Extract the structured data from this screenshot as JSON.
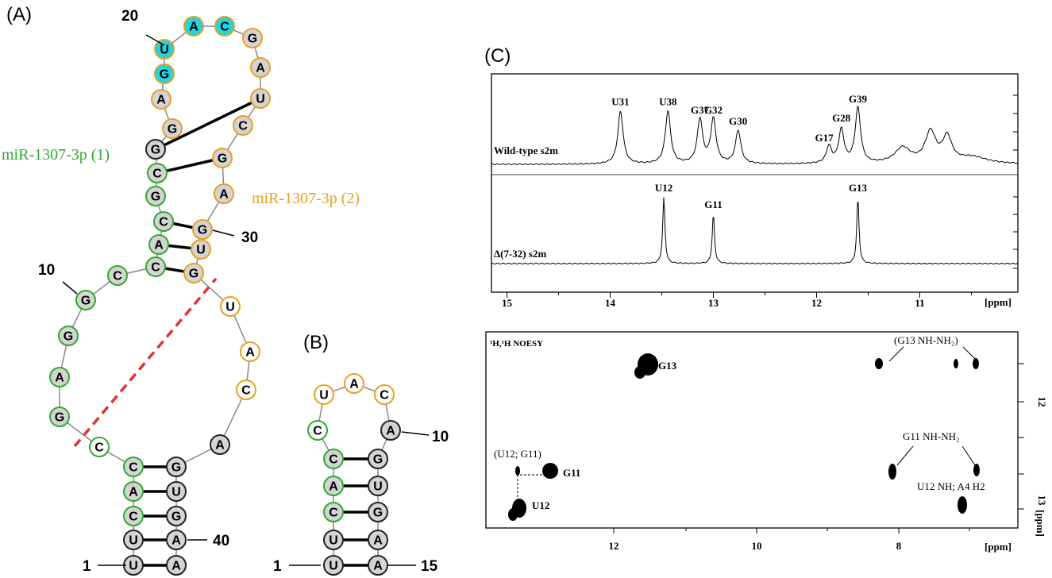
{
  "panels": {
    "a": "(A)",
    "b": "(B)",
    "c": "(C)"
  },
  "panel_a": {
    "labels": {
      "mir1": "miR-1307-3p (1)",
      "mir2": "miR-1307-3p (2)"
    },
    "numbers": {
      "n1": "1",
      "n10": "10",
      "n20": "20",
      "n30": "30",
      "n40": "40"
    },
    "colors": {
      "green": "#2eaa2e",
      "orange": "#e8a020",
      "cyan": "#22d4e0",
      "gray_fill": "#d4d4d4",
      "dash": "#e53030"
    },
    "nucleotides": [
      {
        "base": "U",
        "ring": "black",
        "fill": "gray"
      },
      {
        "base": "U",
        "ring": "black",
        "fill": "gray"
      },
      {
        "base": "C",
        "ring": "green",
        "fill": "gray"
      },
      {
        "base": "A",
        "ring": "green",
        "fill": "gray"
      },
      {
        "base": "C",
        "ring": "green",
        "fill": "gray"
      },
      {
        "base": "C",
        "ring": "green",
        "fill": "white"
      },
      {
        "base": "G",
        "ring": "green",
        "fill": "gray"
      },
      {
        "base": "A",
        "ring": "green",
        "fill": "gray"
      },
      {
        "base": "G",
        "ring": "green",
        "fill": "gray"
      },
      {
        "base": "G",
        "ring": "green",
        "fill": "gray"
      },
      {
        "base": "C",
        "ring": "green",
        "fill": "gray"
      },
      {
        "base": "C",
        "ring": "green",
        "fill": "gray"
      },
      {
        "base": "A",
        "ring": "green",
        "fill": "gray"
      },
      {
        "base": "C",
        "ring": "green",
        "fill": "gray"
      },
      {
        "base": "G",
        "ring": "green",
        "fill": "gray"
      },
      {
        "base": "C",
        "ring": "green",
        "fill": "gray"
      },
      {
        "base": "G",
        "ring": "black",
        "fill": "gray"
      },
      {
        "base": "G",
        "ring": "orange",
        "fill": "gray"
      },
      {
        "base": "A",
        "ring": "orange",
        "fill": "gray"
      },
      {
        "base": "G",
        "ring": "orange",
        "fill": "cyan"
      },
      {
        "base": "U",
        "ring": "orange",
        "fill": "cyan"
      },
      {
        "base": "A",
        "ring": "orange",
        "fill": "cyan"
      },
      {
        "base": "C",
        "ring": "orange",
        "fill": "cyan"
      },
      {
        "base": "G",
        "ring": "orange",
        "fill": "gray"
      },
      {
        "base": "A",
        "ring": "orange",
        "fill": "gray"
      },
      {
        "base": "U",
        "ring": "orange",
        "fill": "gray"
      },
      {
        "base": "C",
        "ring": "orange",
        "fill": "gray"
      },
      {
        "base": "G",
        "ring": "orange",
        "fill": "gray"
      },
      {
        "base": "A",
        "ring": "orange",
        "fill": "gray"
      },
      {
        "base": "G",
        "ring": "orange",
        "fill": "gray"
      },
      {
        "base": "U",
        "ring": "orange",
        "fill": "gray"
      },
      {
        "base": "G",
        "ring": "orange",
        "fill": "gray"
      },
      {
        "base": "U",
        "ring": "orange",
        "fill": "white"
      },
      {
        "base": "A",
        "ring": "orange",
        "fill": "white"
      },
      {
        "base": "C",
        "ring": "orange",
        "fill": "white"
      },
      {
        "base": "A",
        "ring": "black",
        "fill": "gray"
      },
      {
        "base": "G",
        "ring": "black",
        "fill": "gray"
      },
      {
        "base": "U",
        "ring": "black",
        "fill": "gray"
      },
      {
        "base": "G",
        "ring": "black",
        "fill": "gray"
      },
      {
        "base": "A",
        "ring": "black",
        "fill": "gray"
      },
      {
        "base": "A",
        "ring": "black",
        "fill": "gray"
      }
    ],
    "pairs": [
      [
        1,
        41
      ],
      [
        2,
        40
      ],
      [
        3,
        39
      ],
      [
        4,
        38
      ],
      [
        5,
        37
      ],
      [
        12,
        32
      ],
      [
        13,
        31
      ],
      [
        14,
        30
      ],
      [
        16,
        28
      ],
      [
        17,
        26
      ]
    ]
  },
  "panel_b": {
    "numbers": {
      "n1": "1",
      "n10": "10",
      "n15": "15"
    },
    "nucleotides": [
      {
        "base": "U",
        "ring": "black",
        "fill": "gray"
      },
      {
        "base": "U",
        "ring": "black",
        "fill": "gray"
      },
      {
        "base": "C",
        "ring": "green",
        "fill": "gray"
      },
      {
        "base": "A",
        "ring": "green",
        "fill": "gray"
      },
      {
        "base": "C",
        "ring": "green",
        "fill": "gray"
      },
      {
        "base": "C",
        "ring": "green",
        "fill": "white"
      },
      {
        "base": "U",
        "ring": "orange",
        "fill": "white"
      },
      {
        "base": "A",
        "ring": "orange",
        "fill": "white"
      },
      {
        "base": "C",
        "ring": "orange",
        "fill": "white"
      },
      {
        "base": "A",
        "ring": "black",
        "fill": "gray"
      },
      {
        "base": "G",
        "ring": "black",
        "fill": "gray"
      },
      {
        "base": "U",
        "ring": "black",
        "fill": "gray"
      },
      {
        "base": "G",
        "ring": "black",
        "fill": "gray"
      },
      {
        "base": "A",
        "ring": "black",
        "fill": "gray"
      },
      {
        "base": "A",
        "ring": "black",
        "fill": "gray"
      }
    ],
    "pairs": [
      [
        1,
        15
      ],
      [
        2,
        14
      ],
      [
        3,
        13
      ],
      [
        4,
        12
      ],
      [
        5,
        11
      ]
    ]
  },
  "spectrum": {
    "ppm_unit": "[ppm]",
    "x_range": [
      15.15,
      10.05
    ],
    "x_ticks": [
      "15",
      "14",
      "13",
      "12",
      "11"
    ],
    "traces": [
      {
        "label": "Wild-type s2m",
        "peaks": [
          {
            "name": "U31",
            "ppm": 13.9,
            "height": 0.95
          },
          {
            "name": "U38",
            "ppm": 13.44,
            "height": 0.95
          },
          {
            "name": "G37",
            "ppm": 13.13,
            "height": 0.8
          },
          {
            "name": "G32",
            "ppm": 13.0,
            "height": 0.8
          },
          {
            "name": "G30",
            "ppm": 12.76,
            "height": 0.6
          },
          {
            "name": "G17",
            "ppm": 11.88,
            "height": 0.3
          },
          {
            "name": "G28",
            "ppm": 11.76,
            "height": 0.6
          },
          {
            "name": "G39",
            "ppm": 11.6,
            "height": 1.0
          }
        ]
      },
      {
        "label": "Δ(7-32) s2m",
        "peaks": [
          {
            "name": "U12",
            "ppm": 13.48,
            "height": 1.0
          },
          {
            "name": "G11",
            "ppm": 13.0,
            "height": 0.75
          },
          {
            "name": "G13",
            "ppm": 11.6,
            "height": 1.0
          }
        ]
      }
    ]
  },
  "noesy": {
    "title": "¹H,¹H NOESY",
    "ppm_unit": "[ppm]",
    "x_ticks": [
      "12",
      "10",
      "8"
    ],
    "y_ticks": [
      "12",
      "13"
    ],
    "diagonal_labels": [
      "G13",
      "G11",
      "U12"
    ],
    "annotations": {
      "g13": "(G13 NH-NH₂)",
      "g11": "G11 NH-NH₂",
      "u12g11": "(U12; G11)",
      "u12a4": "U12 NH; A4 H2"
    }
  }
}
